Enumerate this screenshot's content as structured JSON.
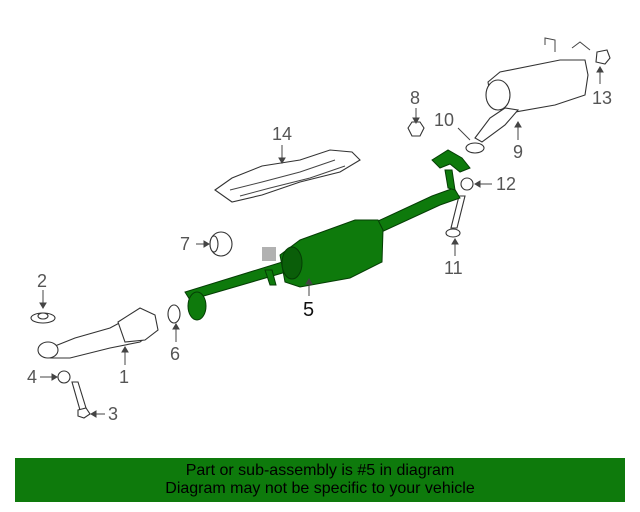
{
  "callouts": {
    "c1": "1",
    "c2": "2",
    "c3": "3",
    "c4": "4",
    "c5": "5",
    "c6": "6",
    "c7": "7",
    "c8": "8",
    "c9": "9",
    "c10": "10",
    "c11": "11",
    "c12": "12",
    "c13": "13",
    "c14": "14"
  },
  "highlight_color": "#0e7a0c",
  "banner": {
    "line1": "Part or sub-assembly is #5 in diagram",
    "line2": "Diagram may not be specific to your vehicle"
  }
}
